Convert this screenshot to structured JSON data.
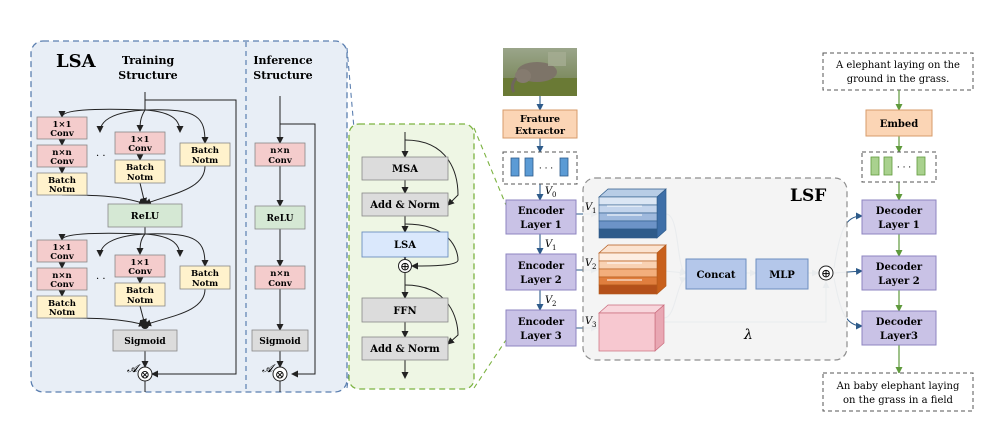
{
  "lsa": {
    "title": "LSA",
    "training_title": [
      "Training",
      "Structure"
    ],
    "inference_title": [
      "Inference",
      "Structure"
    ],
    "conv1": [
      "1×1",
      "Conv"
    ],
    "convn": [
      "n×n",
      "Conv"
    ],
    "batch": [
      "Batch",
      "Notm"
    ],
    "relu": "ReLU",
    "sigmoid": "Sigmoid",
    "dots": "· ·",
    "a_symbol": "𝓐",
    "otimes": "⊗"
  },
  "transformer": {
    "msa": "MSA",
    "add_norm": "Add & Norm",
    "lsa": "LSA",
    "oplus": "⊕",
    "ffn": "FFN"
  },
  "pipeline": {
    "extractor": [
      "Frature",
      "Extractor"
    ],
    "v0": "V",
    "v0_sub": "0",
    "v1_sub": "1",
    "v2_sub": "2",
    "v3_sub": "3",
    "token_dots": "· · ·",
    "encoders": [
      [
        "Encoder",
        "Layer 1"
      ],
      [
        "Encoder",
        "Layer 2"
      ],
      [
        "Encoder",
        "Layer 3"
      ]
    ],
    "lsf_title": "LSF",
    "concat": "Concat",
    "mlp": "MLP",
    "lambda": "λ",
    "embed": "Embed",
    "decoders": [
      [
        "Decoder",
        "Layer 1"
      ],
      [
        "Decoder",
        "Layer 2"
      ],
      [
        "Decoder",
        "Layer3"
      ]
    ],
    "caption_top": [
      "A elephant laying on the",
      "ground in the grass."
    ],
    "caption_bottom": [
      "An baby elephant laying",
      "on the grass in a field"
    ]
  },
  "colors": {
    "pink": "#f4cccc",
    "yellow": "#fff2cc",
    "green": "#d5e8d4",
    "gray": "#dcdcdc",
    "blue_light": "#dae8fc",
    "purple": "#c9c2e6",
    "orange": "#fbd5b5",
    "lsa_bg": "#e8eef6",
    "lsf_bg": "#f4f4f4",
    "transformer_bg": "#eef6e4"
  }
}
